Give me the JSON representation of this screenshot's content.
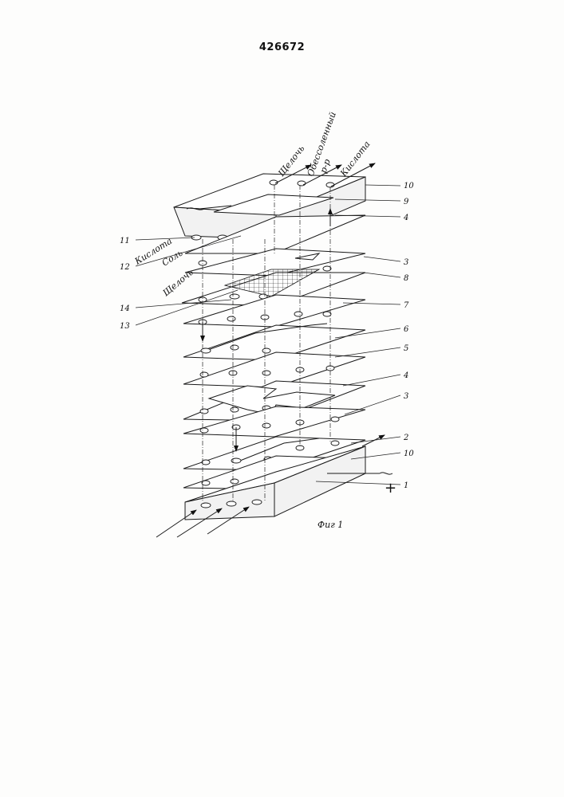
{
  "document": {
    "patent_number": "426672",
    "figure_caption": "Фиг 1"
  },
  "flows": {
    "top_out_alkali": "Щелочь",
    "top_out_desalted_line1": "Обессоленный",
    "top_out_desalted_line2": "р-р",
    "top_out_acid": "Кислота",
    "left_in_acid": "Кислота",
    "left_in_salt": "Соль",
    "left_in_alkali": "Щелочь"
  },
  "electrode": {
    "plus_sign": "+"
  },
  "callouts": {
    "right": [
      "10",
      "9",
      "4",
      "3",
      "8",
      "7",
      "6",
      "5",
      "4",
      "3",
      "2",
      "10",
      "1"
    ],
    "left": [
      "11",
      "12",
      "14",
      "13"
    ]
  },
  "icons": [
    "arrow-icon",
    "wire-icon",
    "mesh-grid-icon",
    "hole-icon"
  ]
}
